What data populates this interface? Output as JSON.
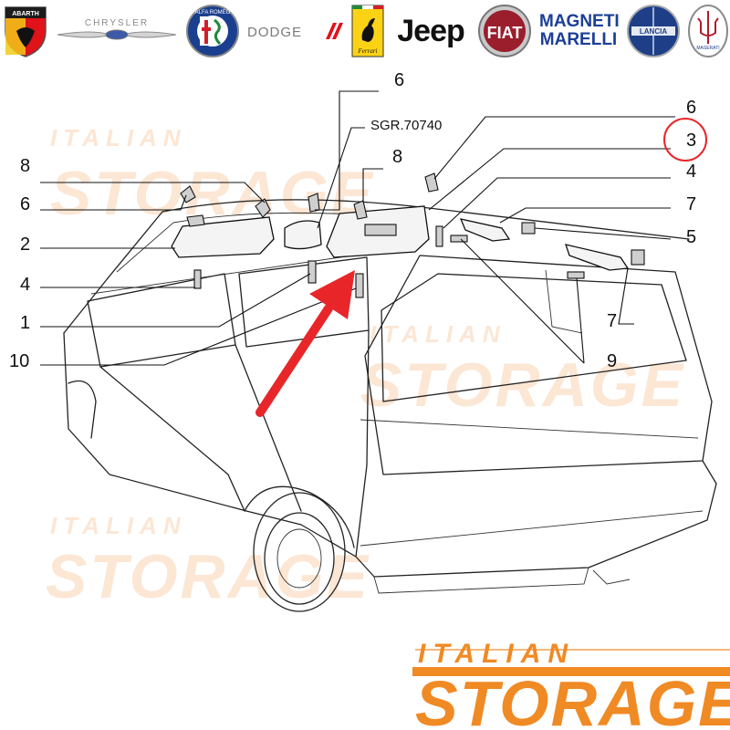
{
  "brands": [
    "ABARTH",
    "CHRYSLER",
    "ALFA ROMEO",
    "DODGE",
    "Ferrari",
    "Jeep",
    "FIAT",
    "MAGNETI MARELLI",
    "LANCIA",
    "MASERATI"
  ],
  "diagram": {
    "ref_code": "SGR.70740",
    "callouts": [
      "6",
      "8",
      "6",
      "2",
      "4",
      "1",
      "10",
      "8",
      "6",
      "3",
      "4",
      "7",
      "5",
      "7",
      "9"
    ],
    "highlighted_callout": "3"
  },
  "watermark": {
    "small": "ITALIAN",
    "big": "STORAGE"
  },
  "footer_logo": {
    "small": "ITALIAN",
    "big": "STORAGE"
  },
  "colors": {
    "brand_orange": "#f08a24",
    "highlight_red": "#e8262a",
    "pointer_arrow": "#e8262a",
    "line_art": "#222222"
  }
}
